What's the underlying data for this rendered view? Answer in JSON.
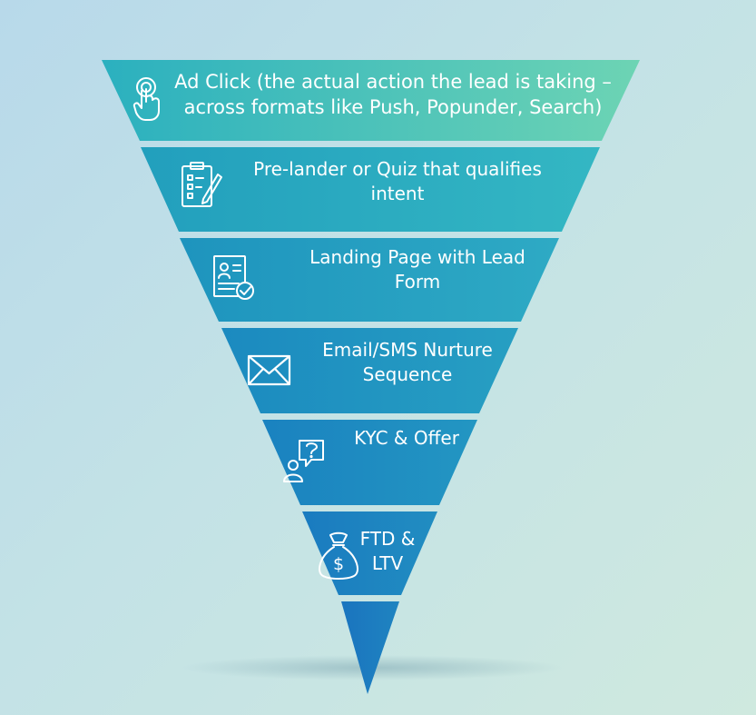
{
  "funnel": {
    "stages": [
      {
        "icon": "tap-hand-icon",
        "line1": "Ad Click (the actual action the lead is taking –",
        "line2": "across formats like Push, Popunder, Search)"
      },
      {
        "icon": "checklist-icon",
        "line1": "Pre-lander or Quiz that qualifies",
        "line2": "intent"
      },
      {
        "icon": "form-check-icon",
        "line1": "Landing Page with Lead",
        "line2": "Form"
      },
      {
        "icon": "envelope-icon",
        "line1": "Email/SMS Nurture",
        "line2": "Sequence"
      },
      {
        "icon": "user-question-icon",
        "line1": "KYC &  Offer",
        "line2": ""
      },
      {
        "icon": "money-bag-icon",
        "line1": "FTD &",
        "line2": "LTV"
      }
    ]
  }
}
